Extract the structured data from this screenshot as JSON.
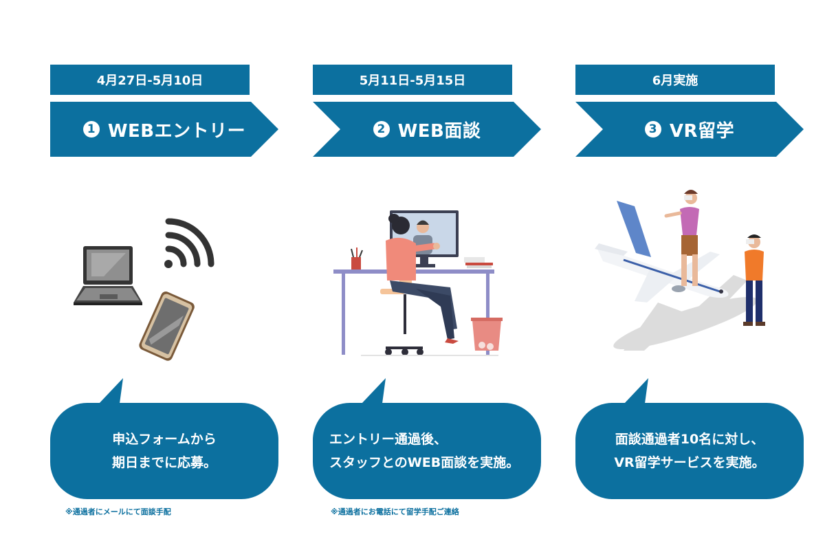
{
  "colors": {
    "primary": "#0C709F",
    "text_on_primary": "#ffffff"
  },
  "steps": [
    {
      "date": "4月27日-5月10日",
      "number": "1",
      "title": "WEBエントリー",
      "illustration": "laptop-wifi-smartphone",
      "bubble_lines": [
        "申込フォームから",
        "期日までに応募。"
      ],
      "note": "※通過者にメールにて面談手配"
    },
    {
      "date": "5月11日-5月15日",
      "number": "2",
      "title": "WEB面談",
      "illustration": "woman-video-call-desk",
      "bubble_lines": [
        "エントリー通過後、",
        "スタッフとのWEB面談を実施。"
      ],
      "note": "※通過者にお電話にて留学手配ご連絡"
    },
    {
      "date": "6月実施",
      "number": "3",
      "title": "VR留学",
      "illustration": "airplane-vr-people",
      "bubble_lines": [
        "面談通過者10名に対し、",
        "VR留学サービスを実施。"
      ],
      "note": ""
    }
  ]
}
